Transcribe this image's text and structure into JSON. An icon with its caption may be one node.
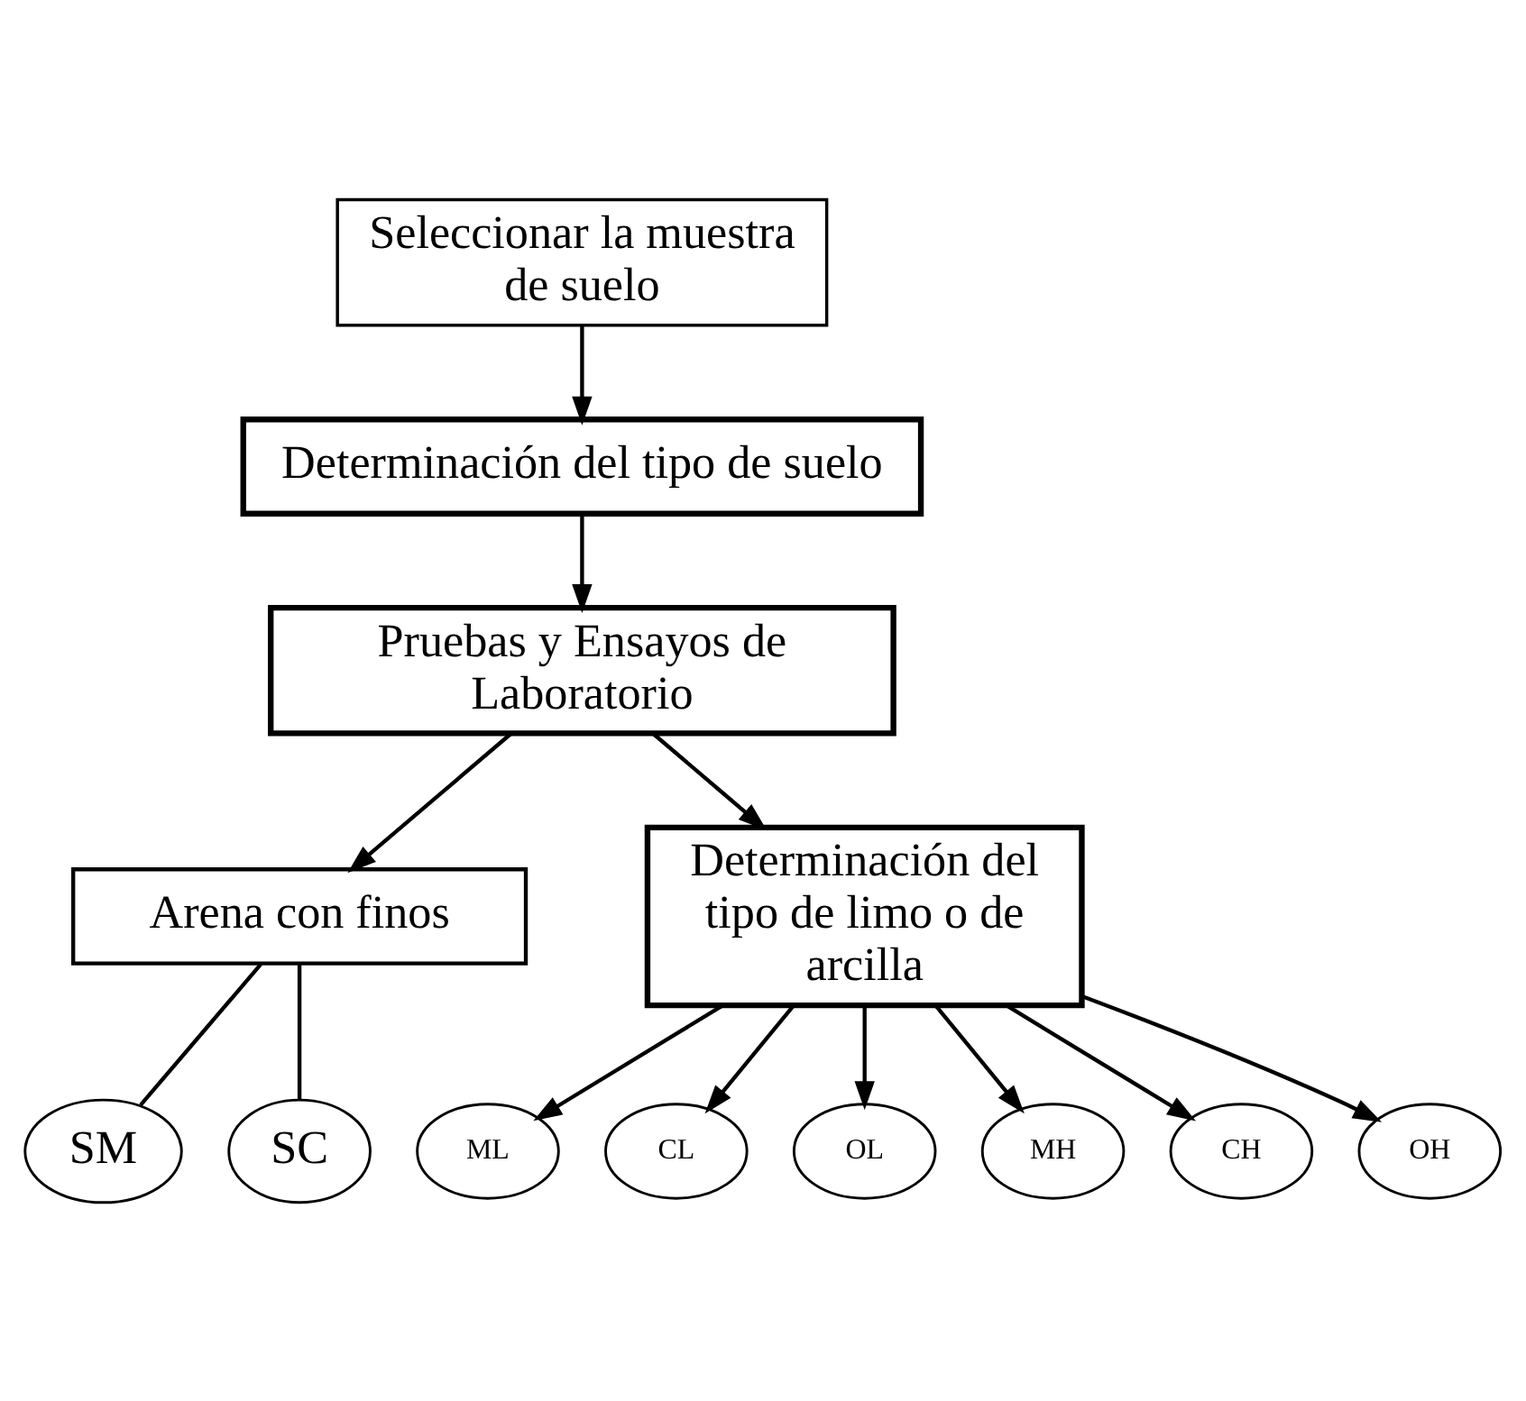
{
  "diagram": {
    "nodes": [
      {
        "text": [
          "Seleccionar la muestra de suelo"
        ]
      },
      {
        "text": [
          "Determinación del tipo de suelo"
        ]
      },
      {
        "text": [
          "Pruebas y Ensayos de Laboratorio"
        ]
      },
      {
        "text": [
          "Arena con finos"
        ]
      },
      {
        "text": [
          "Determinación del tipo de limo o de arcilla"
        ]
      },
      {
        "text": [
          "SM"
        ]
      },
      {
        "text": [
          "SC"
        ]
      },
      {
        "text": [
          "ML"
        ]
      },
      {
        "text": [
          "CL"
        ]
      },
      {
        "text": [
          "OL"
        ]
      },
      {
        "text": [
          "MH"
        ]
      },
      {
        "text": [
          "CH"
        ]
      },
      {
        "text": [
          "OH"
        ]
      }
    ],
    "edges": [
      {
        "from": 0,
        "to": 1,
        "arrow": "to"
      },
      {
        "from": 1,
        "to": 2,
        "arrow": "to"
      },
      {
        "from": 2,
        "to": 3,
        "arrow": "to"
      },
      {
        "from": 2,
        "to": 4,
        "arrow": "to"
      },
      {
        "from": 3,
        "to": 5,
        "arrow": "none"
      },
      {
        "from": 3,
        "to": 6,
        "arrow": "none"
      },
      {
        "from": 4,
        "to": 7,
        "arrow": "to"
      },
      {
        "from": 4,
        "to": 8,
        "arrow": "to"
      },
      {
        "from": 4,
        "to": 9,
        "arrow": "to"
      },
      {
        "from": 4,
        "to": 10,
        "arrow": "to"
      },
      {
        "from": 4,
        "to": 11,
        "arrow": "to"
      },
      {
        "from": 4,
        "to": 12,
        "arrow": "to"
      }
    ]
  }
}
